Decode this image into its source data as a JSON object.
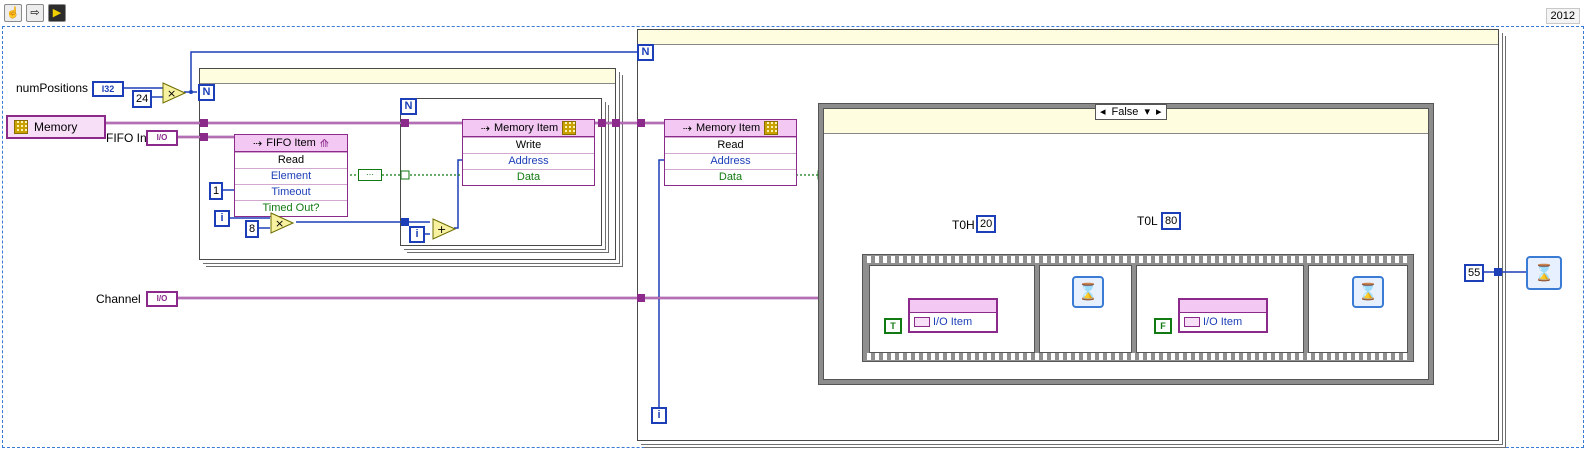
{
  "toolbar": {
    "buttons": [
      {
        "icon": "hand-icon",
        "glyph": "☝"
      },
      {
        "icon": "arrow-right-icon",
        "glyph": "⇨"
      },
      {
        "icon": "run-vi-icon",
        "glyph": "▶"
      }
    ]
  },
  "version": "2012",
  "controls": {
    "num_positions": {
      "label": "numPositions",
      "type": "I32"
    },
    "memory": {
      "label": "Memory"
    },
    "fifo_in": {
      "label": "FIFO In",
      "type": "I/O"
    },
    "channel": {
      "label": "Channel",
      "type": "I/O"
    }
  },
  "constants": {
    "c24": "24",
    "c1": "1",
    "c8": "8",
    "t0h_value": "20",
    "t0l_value": "80",
    "c55": "55"
  },
  "labels": {
    "t0h": "T0H",
    "t0l": "T0L"
  },
  "loop_terminals": {
    "n": "N",
    "i": "i"
  },
  "fifo_node": {
    "title": "FIFO Item",
    "rows": [
      {
        "text": "Read",
        "color": "black"
      },
      {
        "text": "Element",
        "color": "blue"
      },
      {
        "text": "Timeout",
        "color": "blue"
      },
      {
        "text": "Timed Out?",
        "color": "green"
      }
    ]
  },
  "memory_write_node": {
    "title": "Memory Item",
    "rows": [
      {
        "text": "Write",
        "color": "black"
      },
      {
        "text": "Address",
        "color": "blue"
      },
      {
        "text": "Data",
        "color": "green"
      }
    ]
  },
  "memory_read_node": {
    "title": "Memory Item",
    "rows": [
      {
        "text": "Read",
        "color": "black"
      },
      {
        "text": "Address",
        "color": "blue"
      },
      {
        "text": "Data",
        "color": "green"
      }
    ]
  },
  "case_selector": {
    "value": "False"
  },
  "io_nodes": [
    {
      "label": "I/O Item",
      "bool": "T"
    },
    {
      "label": "I/O Item",
      "bool": "F"
    }
  ],
  "colors": {
    "int_wire": "#1c3fb8",
    "refnum_wire": "#8c2a8c",
    "bool_wire": "#127a12",
    "frame_dash": "#3a7bd5"
  }
}
